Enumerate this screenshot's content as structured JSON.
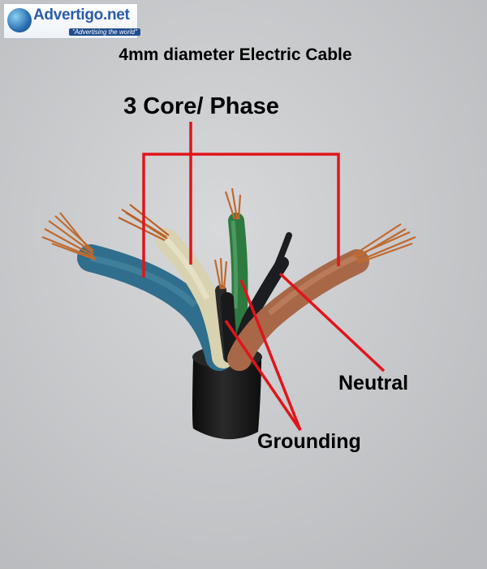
{
  "watermark": {
    "name": "Advertigo.net",
    "tagline": "\"Advertising the world\""
  },
  "title": "4mm diameter Electric Cable",
  "labels": {
    "core": "3 Core/ Phase",
    "neutral": "Neutral",
    "grounding": "Grounding"
  },
  "colors": {
    "background": "#c9cacc",
    "annotation": "#e0151b",
    "copper": "#c06a2e",
    "blue_wire": "#2f6e8c",
    "cream_wire": "#d8d2b0",
    "green_wire": "#2c7a3f",
    "brown_wire": "#a86848",
    "black_wire": "#1c1d20",
    "sheath": "#141414"
  }
}
